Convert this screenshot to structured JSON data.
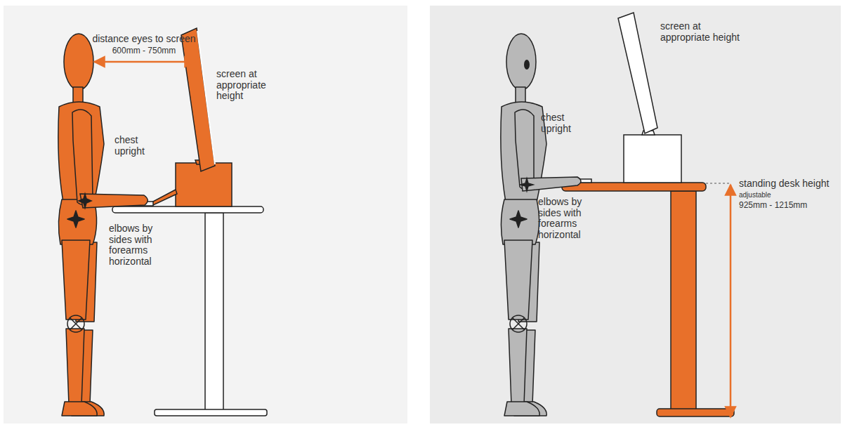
{
  "diagram": {
    "labels": [
      "distance eyes to screen",
      "600mm - 750mm",
      "screen at appropriate height",
      "chest upright",
      "elbows by sides with forearms horizontal",
      "screen at appropriate height",
      "chest upright",
      "elbows by sides with forearms horizontal",
      "standing desk height",
      "adjustable",
      "925mm - 1215mm"
    ]
  }
}
